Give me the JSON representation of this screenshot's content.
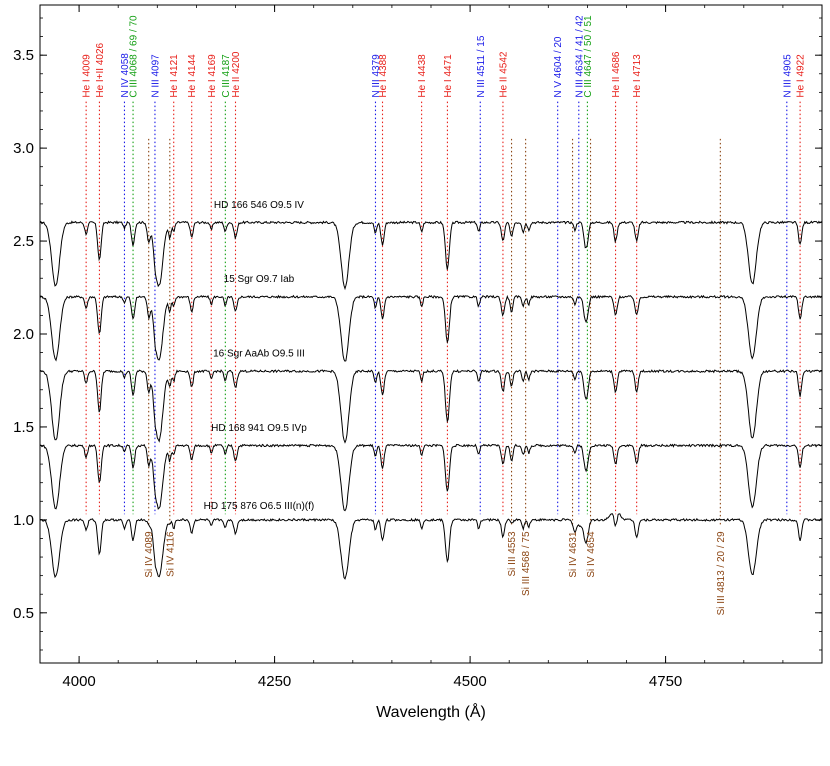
{
  "chart_data": {
    "type": "line",
    "title": "",
    "xlabel": "Wavelength (Å)",
    "ylabel": "",
    "xlim": [
      3950,
      4950
    ],
    "ylim": [
      0.23,
      3.77
    ],
    "grid": false,
    "x_ticks": [
      4000,
      4250,
      4500,
      4750
    ],
    "x_tick_labels": [
      "4000",
      "4250",
      "4500",
      "4750"
    ],
    "y_ticks": [
      0.5,
      1.0,
      1.5,
      2.0,
      2.5,
      3.0,
      3.5
    ],
    "y_tick_labels": [
      "0.5",
      "1.0",
      "1.5",
      "2.0",
      "2.5",
      "3.0",
      "3.5"
    ],
    "colors": {
      "He": "#e8201a",
      "N": "#1a1ae8",
      "C": "#15a015",
      "Si": "#8b4513",
      "spectrum": "#000000"
    },
    "series": [
      {
        "name": "HD 166 546   O9.5 IV",
        "offset": 2.6,
        "label_at": [
          4230,
          2.7
        ],
        "line_scale": 1.0,
        "sil_scale": 1.0,
        "lines": []
      },
      {
        "name": "15 Sgr   O9.7 Iab",
        "offset": 2.2,
        "label_at": [
          4230,
          2.3
        ],
        "line_scale": 1.0,
        "sil_scale": 1.0,
        "lines": []
      },
      {
        "name": "16 Sgr AaAb   O9.5 III",
        "offset": 1.8,
        "label_at": [
          4230,
          1.9
        ],
        "line_scale": 1.1,
        "sil_scale": 1.0,
        "lines": []
      },
      {
        "name": "HD 168 941   O9.5 IVp",
        "offset": 1.4,
        "label_at": [
          4230,
          1.5
        ],
        "line_scale": 1.0,
        "sil_scale": 1.0,
        "lines": []
      },
      {
        "name": "HD 175 876   O6.5 III(n)(f)",
        "offset": 1.0,
        "label_at": [
          4230,
          1.08
        ],
        "line_scale": 0.9,
        "sil_scale": 0.2,
        "lines": [
          [
            4686,
            -0.06,
            5
          ],
          [
            4634,
            0.03,
            3
          ],
          [
            4641,
            0.03,
            3
          ],
          [
            4058,
            0.02,
            2
          ]
        ]
      }
    ],
    "absorption_lines": [
      [
        3970,
        0.34,
        5
      ],
      [
        4009,
        0.06,
        1.8
      ],
      [
        4026,
        0.2,
        2.2
      ],
      [
        4058,
        0.03,
        1.5
      ],
      [
        4069,
        0.12,
        2
      ],
      [
        4089,
        0.1,
        1.8
      ],
      [
        4097,
        0.05,
        1.5
      ],
      [
        4102,
        0.34,
        5
      ],
      [
        4116,
        0.08,
        1.5
      ],
      [
        4121,
        0.05,
        1.5
      ],
      [
        4144,
        0.08,
        1.8
      ],
      [
        4169,
        0.04,
        1.5
      ],
      [
        4187,
        0.05,
        1.5
      ],
      [
        4200,
        0.08,
        2
      ],
      [
        4340,
        0.35,
        5
      ],
      [
        4379,
        0.06,
        1.5
      ],
      [
        4388,
        0.12,
        2
      ],
      [
        4438,
        0.05,
        1.5
      ],
      [
        4471,
        0.25,
        2.5
      ],
      [
        4511,
        0.05,
        1.5
      ],
      [
        4542,
        0.1,
        2
      ],
      [
        4553,
        0.08,
        1.8
      ],
      [
        4568,
        0.05,
        1.5
      ],
      [
        4575,
        0.04,
        1.5
      ],
      [
        4634,
        0.04,
        1.5
      ],
      [
        4647,
        0.1,
        2
      ],
      [
        4650,
        0.08,
        2
      ],
      [
        4686,
        0.1,
        2
      ],
      [
        4713,
        0.1,
        2
      ],
      [
        4861,
        0.33,
        5
      ],
      [
        4922,
        0.12,
        2
      ]
    ],
    "line_ids": [
      {
        "label": "He I 4009",
        "x": 4009,
        "color": "#e8201a",
        "y0": 1.03,
        "y1": 3.25
      },
      {
        "label": "He I+II 4026",
        "x": 4026,
        "color": "#e8201a",
        "y0": 1.03,
        "y1": 3.25
      },
      {
        "label": "N IV 4058",
        "x": 4058,
        "color": "#1a1ae8",
        "y0": 1.03,
        "y1": 3.25
      },
      {
        "label": "C III 4068 / 69 / 70",
        "x": 4069,
        "color": "#15a015",
        "y0": 1.03,
        "y1": 3.25
      },
      {
        "label": "N III 4097",
        "x": 4097,
        "color": "#1a1ae8",
        "y0": 1.03,
        "y1": 3.25
      },
      {
        "label": "He I 4121",
        "x": 4121,
        "color": "#e8201a",
        "y0": 1.03,
        "y1": 3.25
      },
      {
        "label": "He I 4144",
        "x": 4144,
        "color": "#e8201a",
        "y0": 1.03,
        "y1": 3.25
      },
      {
        "label": "He I 4169",
        "x": 4169,
        "color": "#e8201a",
        "y0": 1.03,
        "y1": 3.25
      },
      {
        "label": "C III 4187",
        "x": 4187,
        "color": "#15a015",
        "y0": 1.03,
        "y1": 3.25
      },
      {
        "label": "He II 4200",
        "x": 4200,
        "color": "#e8201a",
        "y0": 1.03,
        "y1": 3.25
      },
      {
        "label": "N III 4379",
        "x": 4379,
        "color": "#1a1ae8",
        "y0": 1.03,
        "y1": 3.25
      },
      {
        "label": "He I 4388",
        "x": 4388,
        "color": "#e8201a",
        "y0": 1.03,
        "y1": 3.25
      },
      {
        "label": "He I 4438",
        "x": 4438,
        "color": "#e8201a",
        "y0": 1.03,
        "y1": 3.25
      },
      {
        "label": "He I 4471",
        "x": 4471,
        "color": "#e8201a",
        "y0": 1.03,
        "y1": 3.25
      },
      {
        "label": "N III 4511 / 15",
        "x": 4513,
        "color": "#1a1ae8",
        "y0": 1.03,
        "y1": 3.25
      },
      {
        "label": "He II 4542",
        "x": 4542,
        "color": "#e8201a",
        "y0": 1.03,
        "y1": 3.25
      },
      {
        "label": "N V 4604 / 20",
        "x": 4612,
        "color": "#1a1ae8",
        "y0": 1.03,
        "y1": 3.25
      },
      {
        "label": "N III 4634 / 41 / 42",
        "x": 4639,
        "color": "#1a1ae8",
        "y0": 1.03,
        "y1": 3.25
      },
      {
        "label": "C III 4647 / 50 / 51",
        "x": 4650,
        "color": "#15a015",
        "y0": 1.03,
        "y1": 3.25
      },
      {
        "label": "He II 4686",
        "x": 4686,
        "color": "#e8201a",
        "y0": 1.03,
        "y1": 3.25
      },
      {
        "label": "He I 4713",
        "x": 4713,
        "color": "#e8201a",
        "y0": 1.03,
        "y1": 3.25
      },
      {
        "label": "N III 4905",
        "x": 4905,
        "color": "#1a1ae8",
        "y0": 1.03,
        "y1": 3.25
      },
      {
        "label": "He I 4922",
        "x": 4922,
        "color": "#e8201a",
        "y0": 1.03,
        "y1": 3.25
      }
    ],
    "si_ids": [
      {
        "label": "Si IV 4089",
        "x": 4089,
        "color": "#8b4513",
        "y0": 0.97,
        "y1": 3.05
      },
      {
        "label": "Si IV 4116",
        "x": 4116,
        "color": "#8b4513",
        "y0": 0.97,
        "y1": 3.05
      },
      {
        "label": "Si III 4553",
        "x": 4553,
        "color": "#8b4513",
        "y0": 0.97,
        "y1": 3.05
      },
      {
        "label": "Si III 4568 / 75",
        "x": 4571,
        "color": "#8b4513",
        "y0": 0.97,
        "y1": 3.05
      },
      {
        "label": "Si IV 4631",
        "x": 4631,
        "color": "#8b4513",
        "y0": 0.97,
        "y1": 3.05
      },
      {
        "label": "Si IV 4654",
        "x": 4654,
        "color": "#8b4513",
        "y0": 0.97,
        "y1": 3.05
      },
      {
        "label": "Si III 4813 / 20 / 29",
        "x": 4820,
        "color": "#8b4513",
        "y0": 0.97,
        "y1": 3.05
      }
    ]
  }
}
